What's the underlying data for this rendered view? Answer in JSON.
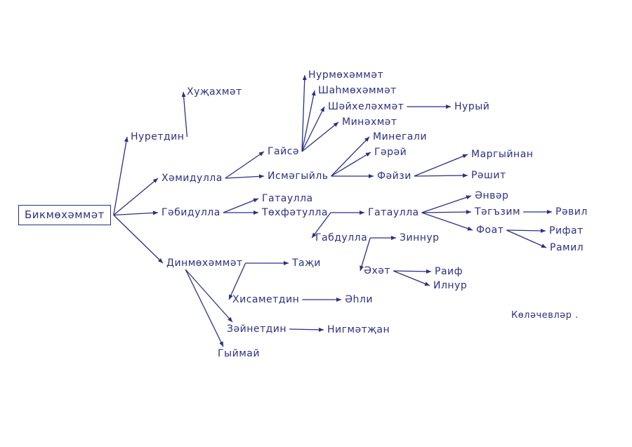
{
  "accent_color": "#2b2f86",
  "nodes": [
    {
      "id": "root",
      "text": "Бикмөхәммәт"
    },
    {
      "id": "hujahmet",
      "text": "Хуҗахмәт"
    },
    {
      "id": "nuretdin",
      "text": "Нуретдин"
    },
    {
      "id": "hamidulla",
      "text": "Хәмидулла"
    },
    {
      "id": "gabidulla",
      "text": "Гәбидулла"
    },
    {
      "id": "dinmuhammat",
      "text": "Динмөхәммәт"
    },
    {
      "id": "gaisa",
      "text": "Гайсә"
    },
    {
      "id": "nurmuhammat",
      "text": "Нурмөхәммәт"
    },
    {
      "id": "shahmuhammat",
      "text": "Шаһмөхәммәт"
    },
    {
      "id": "shaihelahmat",
      "text": "Шәйхеләхмәт"
    },
    {
      "id": "nuryi",
      "text": "Нурый"
    },
    {
      "id": "minahmat",
      "text": "Минәхмәт"
    },
    {
      "id": "ismagyil",
      "text": "Исмәгыйль"
    },
    {
      "id": "minegali",
      "text": "Минегали"
    },
    {
      "id": "garay",
      "text": "Гәрәй"
    },
    {
      "id": "faizi",
      "text": "Фәйзи"
    },
    {
      "id": "margyinan",
      "text": "Маргыйнан"
    },
    {
      "id": "rashit",
      "text": "Рәшит"
    },
    {
      "id": "gataulla1",
      "text": "Гатаулла"
    },
    {
      "id": "tuhfatulla",
      "text": "Төхфәтулла"
    },
    {
      "id": "gataulla2",
      "text": "Гатаулла"
    },
    {
      "id": "anvar",
      "text": "Әнвәр"
    },
    {
      "id": "tagyzim",
      "text": "Тәгъзим"
    },
    {
      "id": "ravil",
      "text": "Рәвил"
    },
    {
      "id": "foat",
      "text": "Фоат"
    },
    {
      "id": "rifat",
      "text": "Рифат"
    },
    {
      "id": "ramil",
      "text": "Рамил"
    },
    {
      "id": "gabdulla",
      "text": "Габдулла"
    },
    {
      "id": "zinnur",
      "text": "Зиннур"
    },
    {
      "id": "ahat",
      "text": "Әхәт"
    },
    {
      "id": "raif",
      "text": "Раиф"
    },
    {
      "id": "ilnur",
      "text": "Илнур"
    },
    {
      "id": "taji",
      "text": "Таҗи"
    },
    {
      "id": "hisametdin",
      "text": "Хисаметдин"
    },
    {
      "id": "ahli",
      "text": "Әһли"
    },
    {
      "id": "zainetdin",
      "text": "Зәйнетдин"
    },
    {
      "id": "nigmatjan",
      "text": "Нигмәтҗан"
    },
    {
      "id": "gyimai",
      "text": "Гыймай"
    },
    {
      "id": "note",
      "text": "Көләчевләр ."
    }
  ],
  "edges": [
    [
      "root",
      "nuretdin"
    ],
    [
      "root",
      "hamidulla"
    ],
    [
      "root",
      "gabidulla"
    ],
    [
      "root",
      "dinmuhammat"
    ],
    [
      "nuretdin",
      "hujahmet"
    ],
    [
      "hamidulla",
      "gaisa"
    ],
    [
      "hamidulla",
      "ismagyil"
    ],
    [
      "gaisa",
      "nurmuhammat"
    ],
    [
      "gaisa",
      "shahmuhammat"
    ],
    [
      "gaisa",
      "shaihelahmat"
    ],
    [
      "gaisa",
      "minahmat"
    ],
    [
      "shaihelahmat",
      "nuryi"
    ],
    [
      "ismagyil",
      "minegali"
    ],
    [
      "ismagyil",
      "garay"
    ],
    [
      "ismagyil",
      "faizi"
    ],
    [
      "faizi",
      "margyinan"
    ],
    [
      "faizi",
      "rashit"
    ],
    [
      "gabidulla",
      "gataulla1"
    ],
    [
      "gabidulla",
      "tuhfatulla"
    ],
    [
      "tuhfatulla",
      "gataulla2"
    ],
    [
      "tuhfatulla",
      "gabdulla"
    ],
    [
      "gataulla2",
      "anvar"
    ],
    [
      "gataulla2",
      "tagyzim"
    ],
    [
      "gataulla2",
      "foat"
    ],
    [
      "tagyzim",
      "ravil"
    ],
    [
      "foat",
      "rifat"
    ],
    [
      "foat",
      "ramil"
    ],
    [
      "gabdulla",
      "zinnur"
    ],
    [
      "gabdulla",
      "ahat"
    ],
    [
      "ahat",
      "raif"
    ],
    [
      "ahat",
      "ilnur"
    ],
    [
      "dinmuhammat",
      "taji"
    ],
    [
      "dinmuhammat",
      "hisametdin"
    ],
    [
      "dinmuhammat",
      "zainetdin"
    ],
    [
      "dinmuhammat",
      "gyimai"
    ],
    [
      "hisametdin",
      "ahli"
    ],
    [
      "zainetdin",
      "nigmatjan"
    ]
  ]
}
